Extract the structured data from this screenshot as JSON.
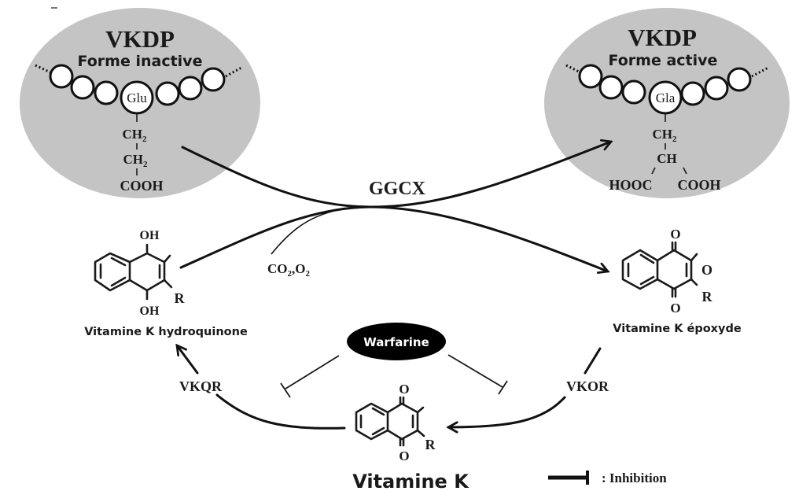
{
  "colors": {
    "blob_fill": "#c4c4c4",
    "ink": "#1a1a1a",
    "warfarine_fill": "#000000",
    "warfarine_text": "#ffffff"
  },
  "vkdp_inactive": {
    "title": "VKDP",
    "subtitle": "Forme inactive",
    "residue": "Glu",
    "chain": [
      "CH",
      "CH",
      "COOH"
    ],
    "subscript": "2"
  },
  "vkdp_active": {
    "title": "VKDP",
    "subtitle": "Forme active",
    "residue": "Gla",
    "chain_ch2": "CH",
    "chain_ch": "CH",
    "left_group": "HOOC",
    "right_group": "COOH",
    "subscript": "2"
  },
  "enzymes": {
    "ggcx": "GGCX",
    "vkqr": "VKQR",
    "vkor": "VKOR"
  },
  "cofactors": {
    "co2": "CO",
    "o2": "O",
    "sub": "2",
    "sep": ","
  },
  "molecules": {
    "hydroquinone": {
      "label": "Vitamine K hydroquinone",
      "top": "OH",
      "bottom": "OH",
      "r": "R"
    },
    "epoxyde": {
      "label": "Vitamine K époxyde",
      "top": "O",
      "bottom": "O",
      "ring_o": "O",
      "r": "R"
    },
    "vitamine_k": {
      "label": "Vitamine K",
      "top": "O",
      "bottom": "O",
      "r": "R"
    }
  },
  "inhibitor": {
    "name": "Warfarine"
  },
  "legend": {
    "inhibition": ": Inhibition"
  }
}
